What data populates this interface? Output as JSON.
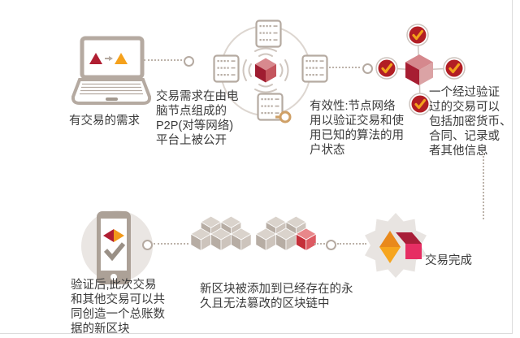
{
  "colors": {
    "brand_dark_red": "#a6192e",
    "accent_orange": "#f2a21b",
    "icon_taupe": "#b5aaa1",
    "badge_red": "#b21e24",
    "highlight_pink": "#e62e63",
    "light_gray_fill": "#eae6e3",
    "text": "#3b3b3b"
  },
  "flow": {
    "step1": {
      "caption": "有交易的需求"
    },
    "step2": {
      "description": [
        "交易需求在由电",
        "脑节点组成的",
        "P2P(对等网络)",
        "平台上被公开"
      ]
    },
    "step3": {
      "description": [
        "有效性:节点网络",
        "用以验证交易和使",
        "用已知的算法的用",
        "户状态"
      ]
    },
    "step4": {
      "description": [
        "一个经过验证",
        "过的交易可以",
        "包括加密货币、",
        "合同、记录或",
        "者其他信息"
      ]
    },
    "step5": {
      "description": [
        "验证后,此次交易",
        "和其他交易可以共",
        "同创造一个总账数",
        "据的新区块"
      ]
    },
    "step6": {
      "description": [
        "新区块被添加到已经存在的永",
        "久且无法篡改的区块链中"
      ]
    },
    "step7": {
      "caption": "交易完成"
    }
  }
}
